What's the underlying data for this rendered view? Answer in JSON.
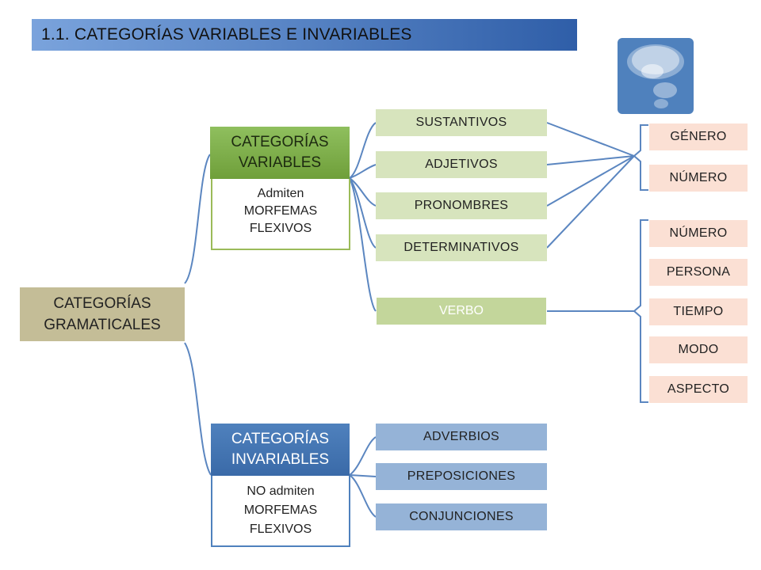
{
  "title": "1.1. CATEGORÍAS VARIABLES E INVARIABLES",
  "root": {
    "line1": "CATEGORÍAS",
    "line2": "GRAMATICALES"
  },
  "variables": {
    "line1": "CATEGORÍAS",
    "line2": "VARIABLES",
    "desc1": "Admiten",
    "desc2": "MORFEMAS",
    "desc3": "FLEXIVOS",
    "items": [
      "SUSTANTIVOS",
      "ADJETIVOS",
      "PRONOMBRES",
      "DETERMINATIVOS",
      "VERBO"
    ]
  },
  "invariables": {
    "line1": "CATEGORÍAS",
    "line2": "INVARIABLES",
    "desc1": "NO admiten",
    "desc2": "MORFEMAS",
    "desc3": "FLEXIVOS",
    "items": [
      "ADVERBIOS",
      "PREPOSICIONES",
      "CONJUNCIONES"
    ]
  },
  "nominal_morphemes": [
    "GÉNERO",
    "NÚMERO"
  ],
  "verbal_morphemes": [
    "NÚMERO",
    "PERSONA",
    "TIEMPO",
    "MODO",
    "ASPECTO"
  ],
  "icon": "speech-bubble-icon",
  "colors": {
    "title_gradient_end": "#2f5ea8",
    "root": "#c4bd97",
    "variables": "#7fae4a",
    "invariables": "#4f81bd",
    "green_items": "#d7e4bd",
    "blue_items": "#95b3d7",
    "morphemes": "#fbe0d4"
  }
}
